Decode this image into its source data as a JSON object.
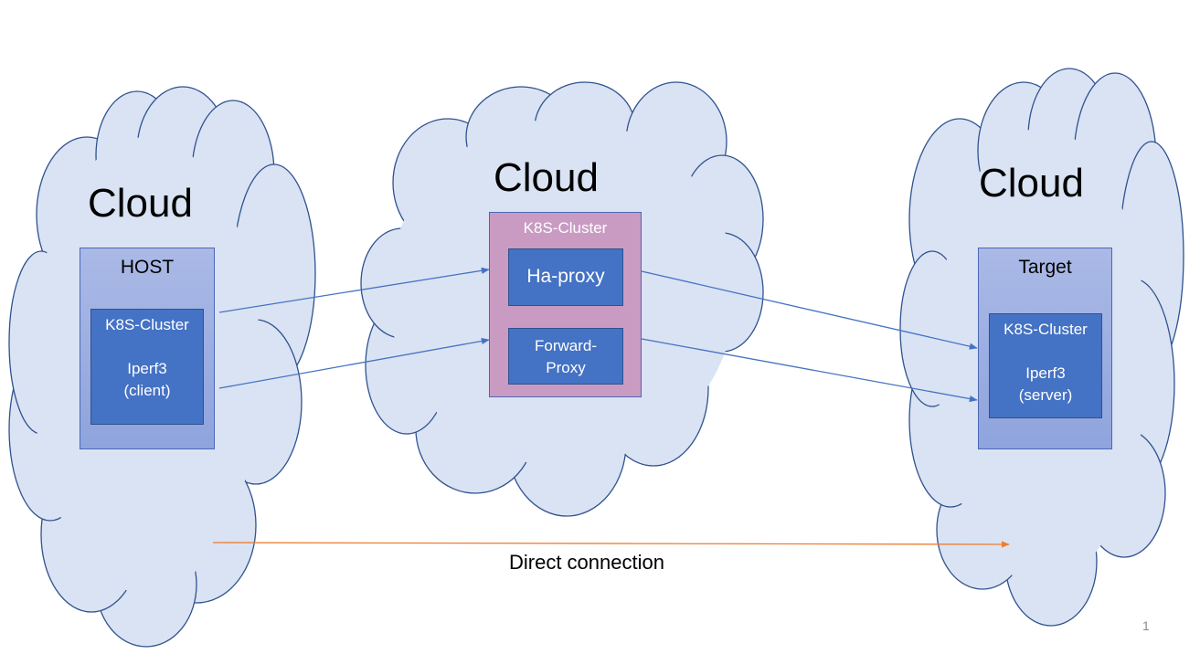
{
  "left": {
    "cloud_title": "Cloud",
    "host": {
      "title": "HOST",
      "cluster_label": "K8S-Cluster",
      "app_line1": "Iperf3",
      "app_line2": "(client)"
    }
  },
  "middle": {
    "cloud_title": "Cloud",
    "cluster": {
      "title": "K8S-Cluster",
      "haproxy": "Ha-proxy",
      "forward_line1": "Forward-",
      "forward_line2": "Proxy"
    }
  },
  "right": {
    "cloud_title": "Cloud",
    "target": {
      "title": "Target",
      "cluster_label": "K8S-Cluster",
      "app_line1": "Iperf3",
      "app_line2": "(server)"
    }
  },
  "direct_connection_label": "Direct connection",
  "slide_number": "1",
  "colors": {
    "cloud_fill": "#dae3f3",
    "cloud_stroke": "#2f528f",
    "arrow_blue": "#4472c4",
    "arrow_orange": "#ed7d31",
    "box_blue": "#4472c4",
    "cluster_pink": "#c99bc3"
  }
}
